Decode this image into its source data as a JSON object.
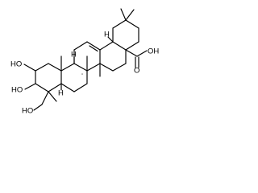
{
  "molecule": {
    "groups": {
      "oh_2": "HO",
      "oh_3": "HO",
      "oh_23": "HO",
      "cooh": "OH",
      "carbonyl_o": "O"
    },
    "hydrogens": {
      "h5": "H",
      "h9": "H",
      "h18": "H"
    },
    "stereo_marks": [
      "''"
    ]
  }
}
